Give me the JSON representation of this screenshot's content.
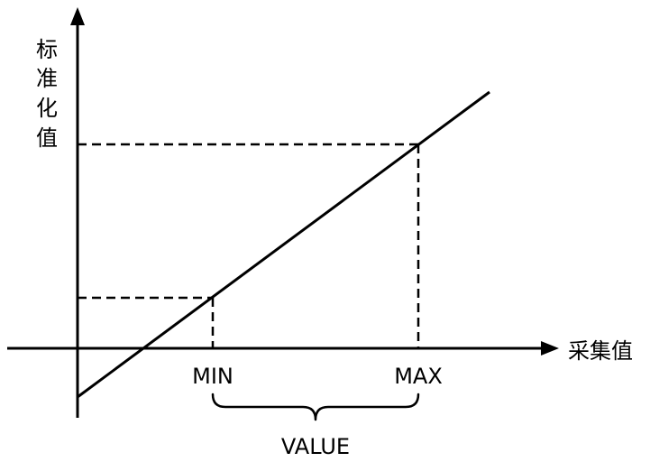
{
  "diagram": {
    "y_axis_label_chars": [
      "标",
      "准",
      "化",
      "值"
    ],
    "x_axis_label": "采集值",
    "min_label": "MIN",
    "max_label": "MAX",
    "range_label": "VALUE"
  }
}
